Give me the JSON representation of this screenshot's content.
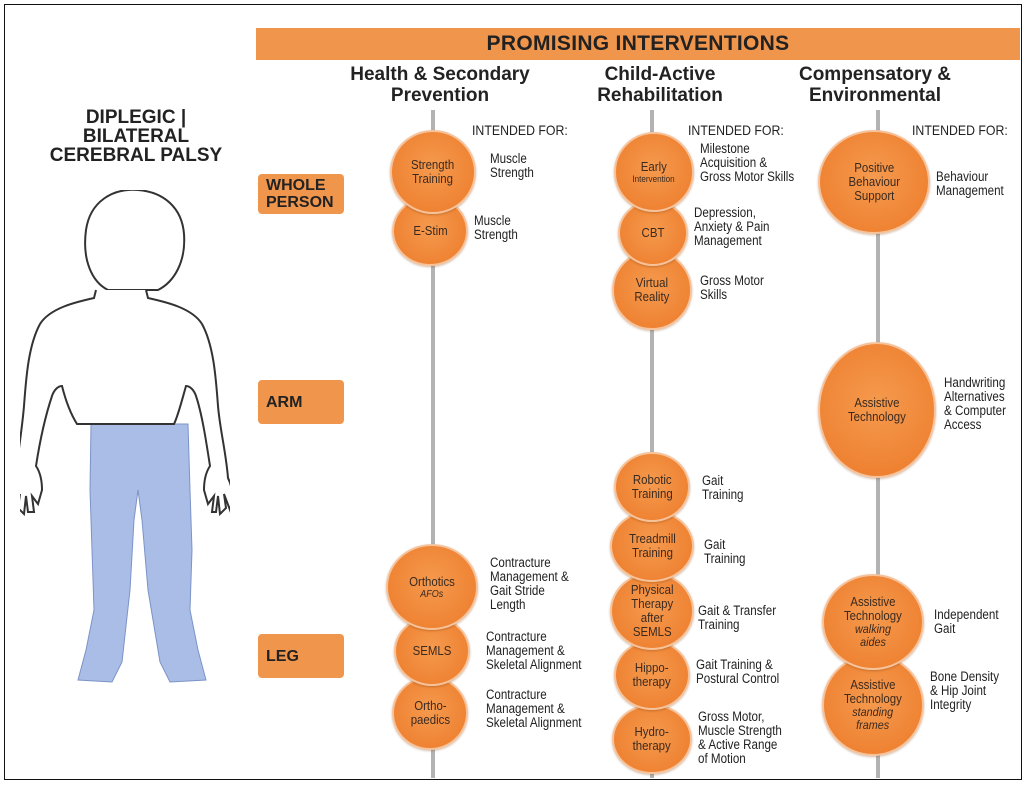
{
  "banner": "PROMISING INTERVENTIONS",
  "columns": [
    {
      "heading": "Health & Secondary\nPrevention"
    },
    {
      "heading": "Child-Active\nRehabilitation"
    },
    {
      "heading": "Compensatory &\nEnvironmental"
    }
  ],
  "title": "DIPLEGIC |\nBILATERAL\nCEREBRAL PALSY",
  "rows": {
    "whole_person": "WHOLE\nPERSON",
    "arm": "ARM",
    "leg": "LEG"
  },
  "intended_for": "INTENDED FOR:",
  "interventions": {
    "strength_training": {
      "name": "Strength\nTraining",
      "target": "Muscle\nStrength"
    },
    "estim": {
      "name": "E-Stim",
      "target": "Muscle\nStrength"
    },
    "orthotics": {
      "name": "Orthotics",
      "sub": "AFOs",
      "target": "Contracture\nManagement &\nGait Stride\nLength"
    },
    "semls": {
      "name": "SEMLS",
      "target": "Contracture\nManagement &\nSkeletal Alignment"
    },
    "orthopaedics": {
      "name": "Ortho-\npaedics",
      "target": "Contracture\nManagement &\nSkeletal Alignment"
    },
    "early_intervention": {
      "name": "Early",
      "sub": "Intervention",
      "target": "Milestone\nAcquisition &\nGross Motor Skills"
    },
    "cbt": {
      "name": "CBT",
      "target": "Depression,\nAnxiety & Pain\nManagement"
    },
    "virtual_reality": {
      "name": "Virtual\nReality",
      "target": "Gross Motor\nSkills"
    },
    "robotic_training": {
      "name": "Robotic\nTraining",
      "target": "Gait\nTraining"
    },
    "treadmill_training": {
      "name": "Treadmill\nTraining",
      "target": "Gait\nTraining"
    },
    "physical_therapy": {
      "name": "Physical\nTherapy\nafter\nSEMLS",
      "target": "Gait & Transfer\nTraining"
    },
    "hippotherapy": {
      "name": "Hippo-\ntherapy",
      "target": "Gait Training &\nPostural Control"
    },
    "hydrotherapy": {
      "name": "Hydro-\ntherapy",
      "target": "Gross Motor,\nMuscle Strength\n& Active Range\nof Motion"
    },
    "positive_behaviour": {
      "name": "Positive\nBehaviour\nSupport",
      "target": "Behaviour\nManagement"
    },
    "assistive_arm": {
      "name": "Assistive\nTechnology",
      "target": "Handwriting\nAlternatives\n& Computer\nAccess"
    },
    "assistive_walking": {
      "name": "Assistive\nTechnology",
      "sub": "walking\naides",
      "target": "Independent\nGait"
    },
    "assistive_standing": {
      "name": "Assistive\nTechnology",
      "sub": "standing\nframes",
      "target": "Bone Density\n& Hip Joint\nIntegrity"
    }
  },
  "colors": {
    "orange": "#f0954c",
    "circle": "#ee8030",
    "legs": "#a9bde6",
    "line": "#b3b3b3"
  }
}
